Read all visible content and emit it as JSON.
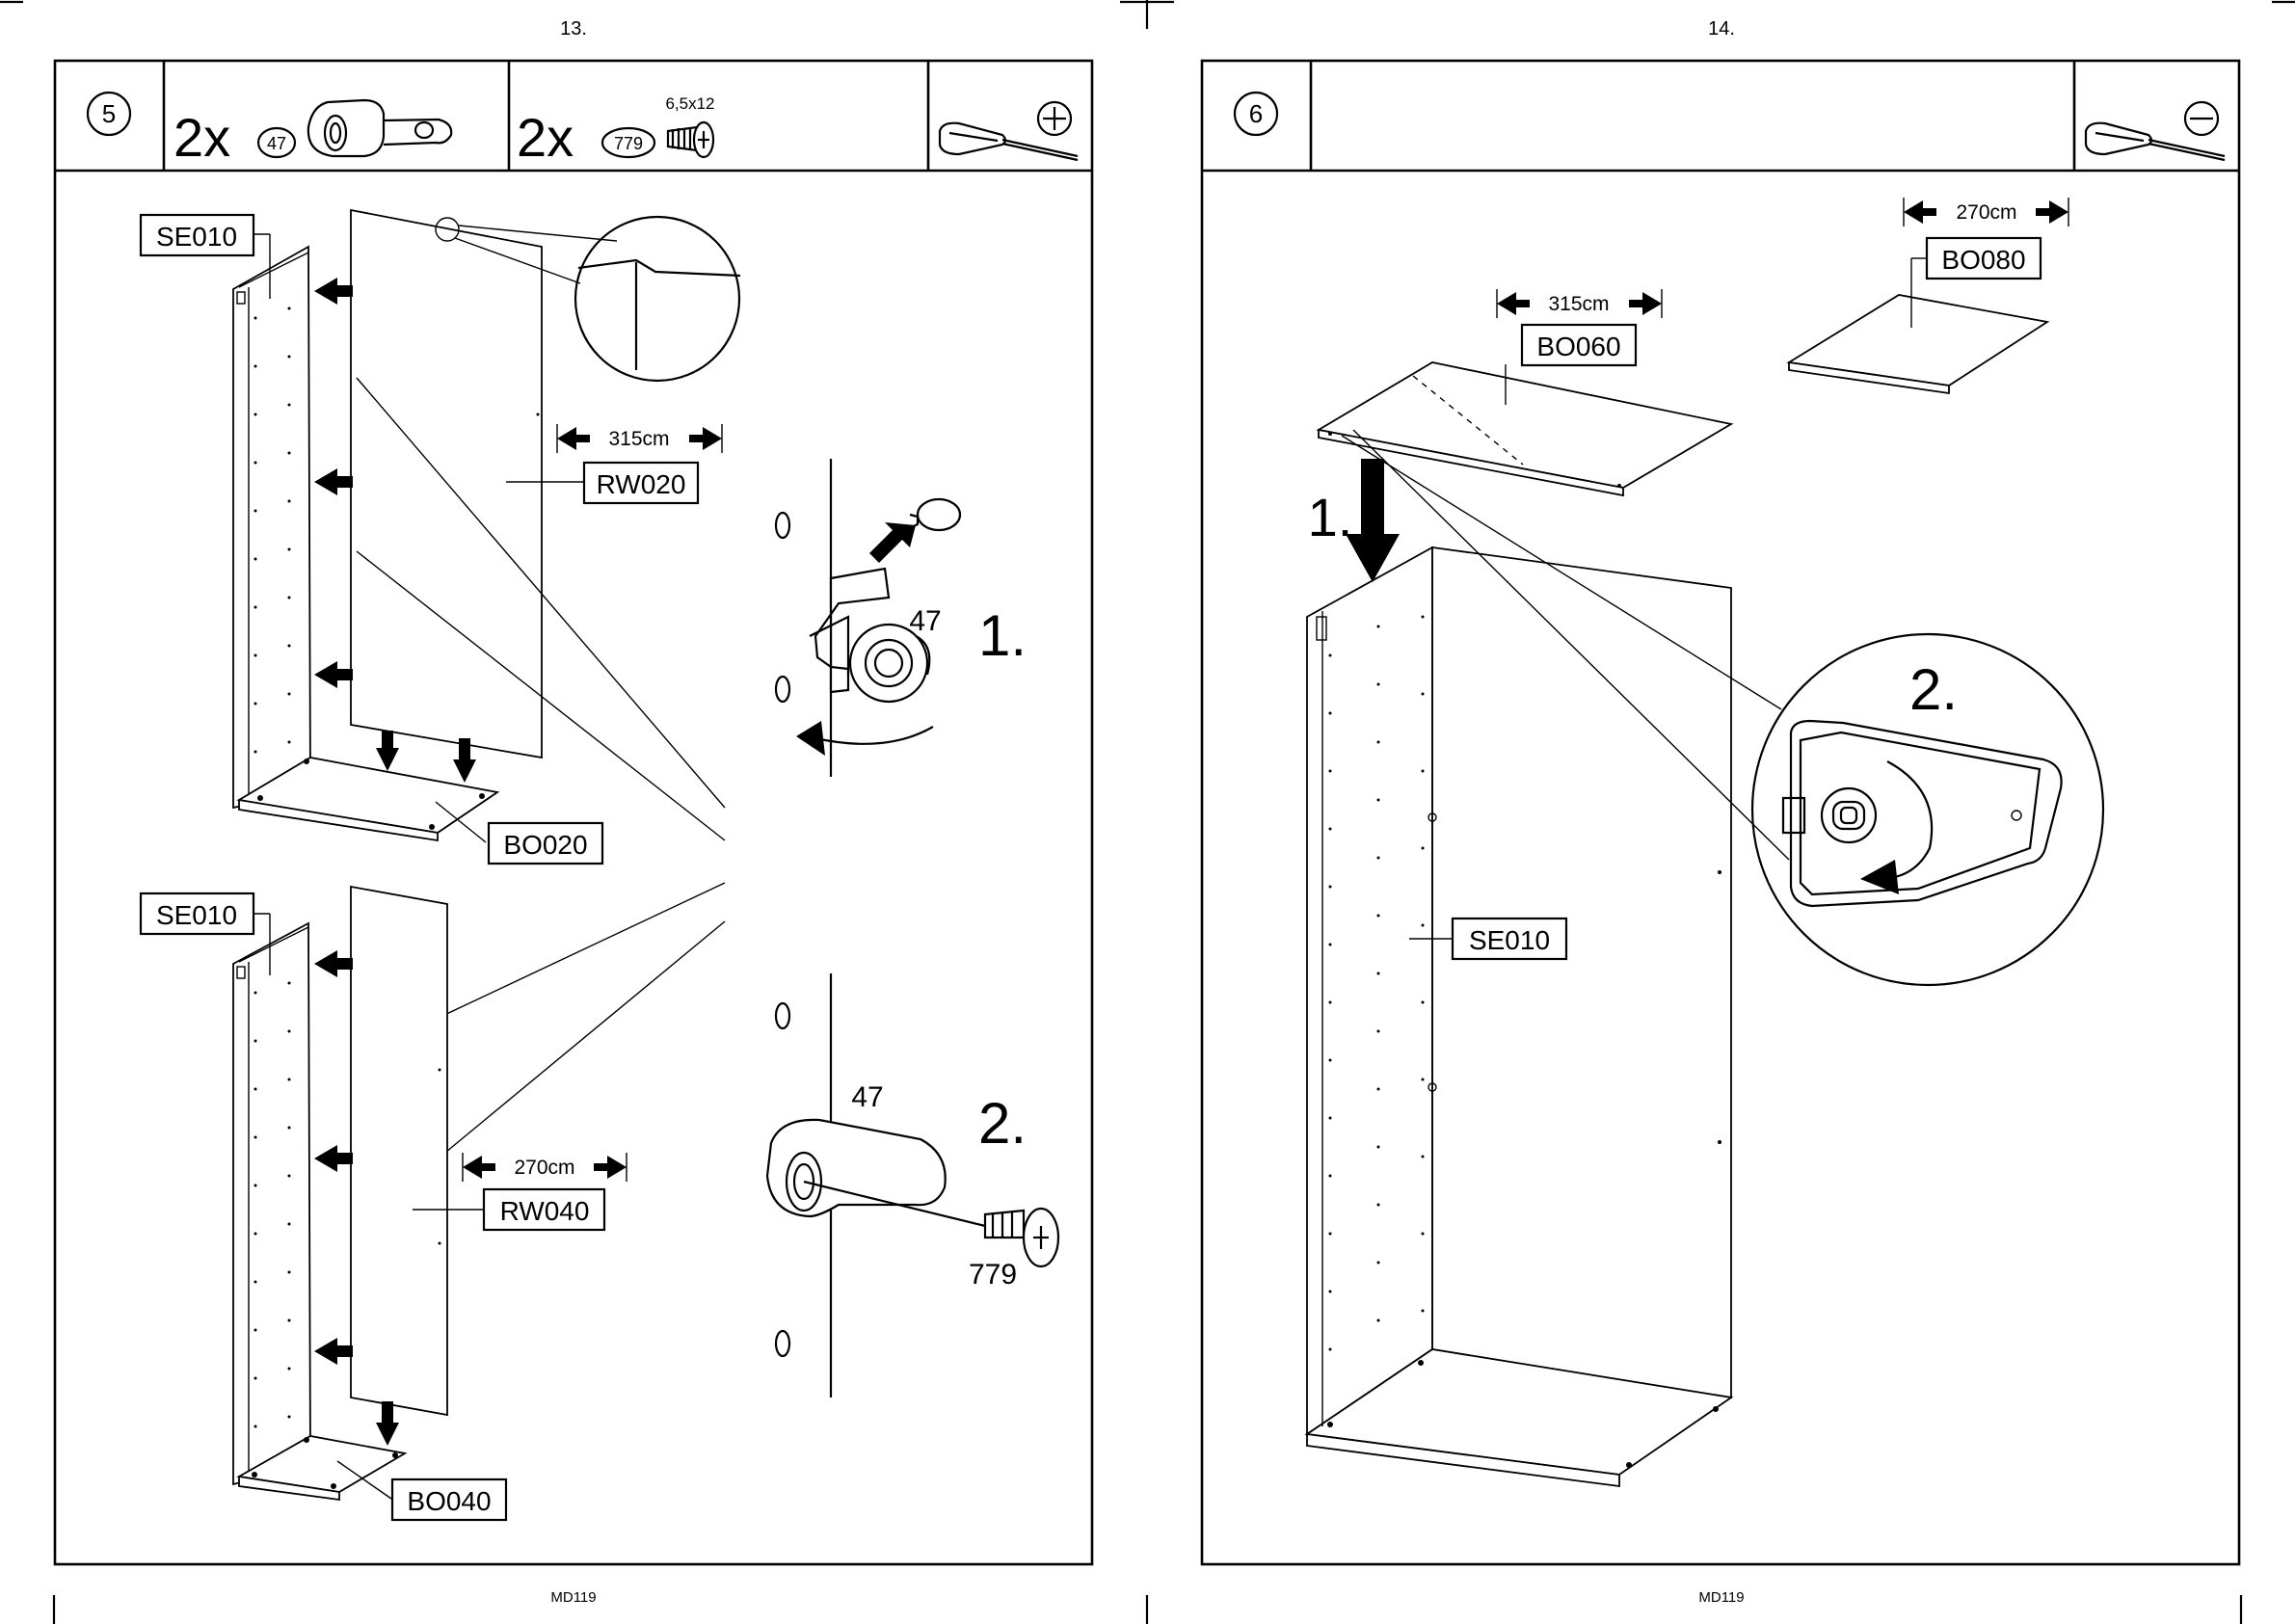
{
  "pages": [
    {
      "number": "13.",
      "footer": "MD119",
      "step": "5",
      "hardware": [
        {
          "qty": "2x",
          "part": "47"
        },
        {
          "qty": "2x",
          "part": "779",
          "size": "6,5x12"
        }
      ],
      "tool": {
        "name": "screwdriver-phillips-icon"
      },
      "labels": {
        "se010_top": "SE010",
        "rw020": "RW020",
        "bo020": "BO020",
        "se010_bottom": "SE010",
        "rw040": "RW040",
        "bo040": "BO040"
      },
      "dimensions": {
        "rw020": "315cm",
        "rw040": "270cm"
      },
      "detail1": {
        "step": "1.",
        "part": "47"
      },
      "detail2": {
        "step": "2.",
        "part_cam": "47",
        "part_screw": "779"
      }
    },
    {
      "number": "14.",
      "footer": "MD119",
      "step": "6",
      "tool": {
        "name": "screwdriver-flat-icon"
      },
      "labels": {
        "bo080": "BO080",
        "bo060": "BO060",
        "se010": "SE010"
      },
      "dimensions": {
        "bo080": "270cm",
        "bo060": "315cm"
      },
      "steps": {
        "one": "1.",
        "two": "2."
      }
    }
  ],
  "colors": {
    "ink": "#000000",
    "paper": "#ffffff"
  }
}
